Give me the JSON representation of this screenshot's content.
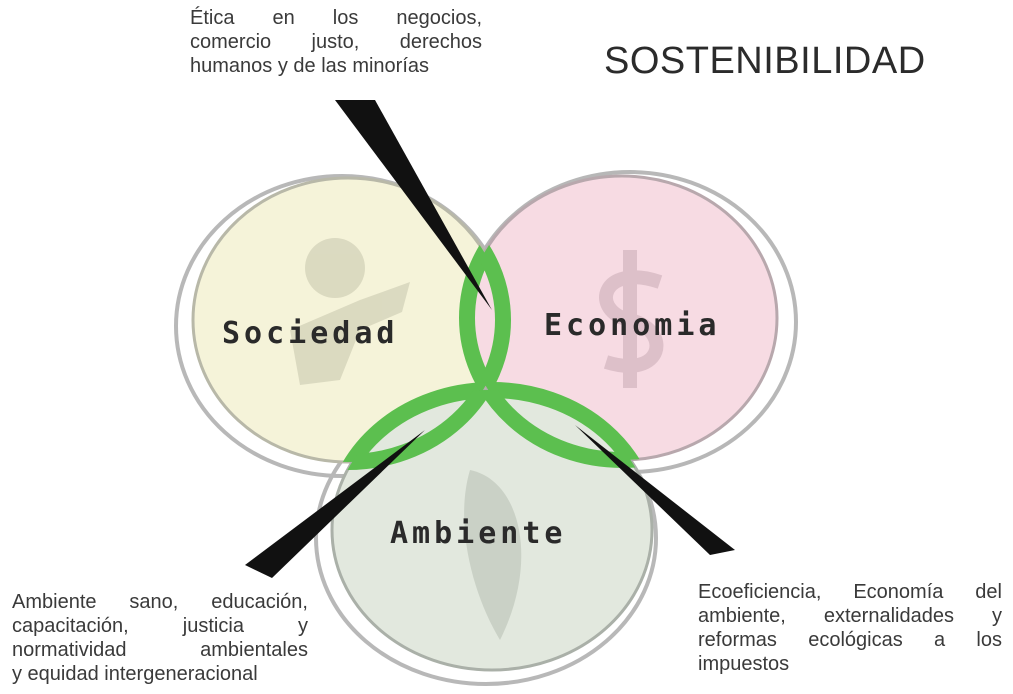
{
  "title": "SOSTENIBILIDAD",
  "circles": {
    "sociedad": {
      "label": "Sociedad",
      "color": "#f5f3d9"
    },
    "economia": {
      "label": "Economia",
      "color": "#f7dbe3"
    },
    "ambiente": {
      "label": "Ambiente",
      "color": "#e2e8de"
    }
  },
  "overlap_color": "#5cbf4f",
  "notes": {
    "top": {
      "lines": [
        "Ética en los negocios,",
        "comercio justo, derechos",
        "humanos y de las minorías"
      ]
    },
    "bottom_left": {
      "lines": [
        "Ambiente sano, educación,",
        "capacitación, justicia y",
        "normatividad ambientales",
        "y equidad intergeneracional"
      ]
    },
    "bottom_right": {
      "lines": [
        "Ecoeficiencia, Economía del",
        "ambiente, externalidades y",
        "reformas ecológicas a los",
        "impuestos"
      ]
    }
  }
}
